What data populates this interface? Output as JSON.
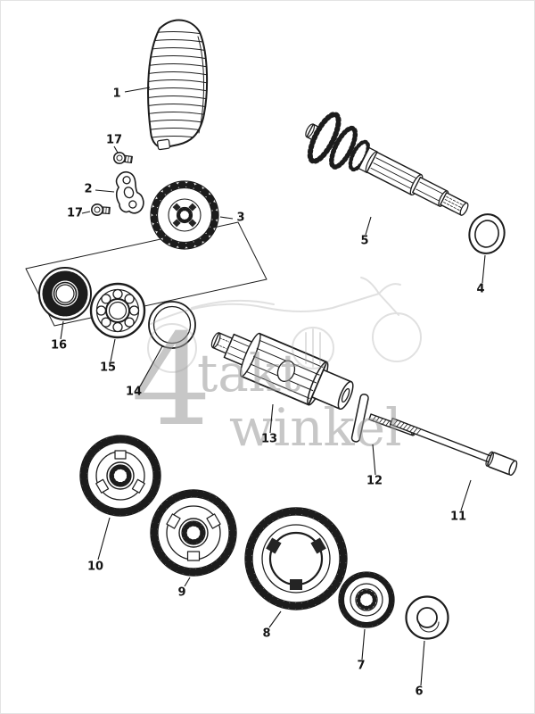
{
  "page": {
    "background": "#ffffff",
    "ink": "#1c1c1c",
    "watermark_color": "#9b9b9b"
  },
  "watermark": {
    "numeral": "4",
    "word_top": "takt",
    "word_bottom": "winkel"
  },
  "diagram": {
    "callouts": {
      "c1": "1",
      "c2": "2",
      "c3": "3",
      "c4": "4",
      "c5": "5",
      "c6": "6",
      "c7": "7",
      "c8": "8",
      "c9": "9",
      "c10": "10",
      "c11": "11",
      "c12": "12",
      "c13": "13",
      "c14": "14",
      "c15": "15",
      "c16": "16",
      "c17_upper": "17",
      "c17_lower": "17"
    }
  }
}
